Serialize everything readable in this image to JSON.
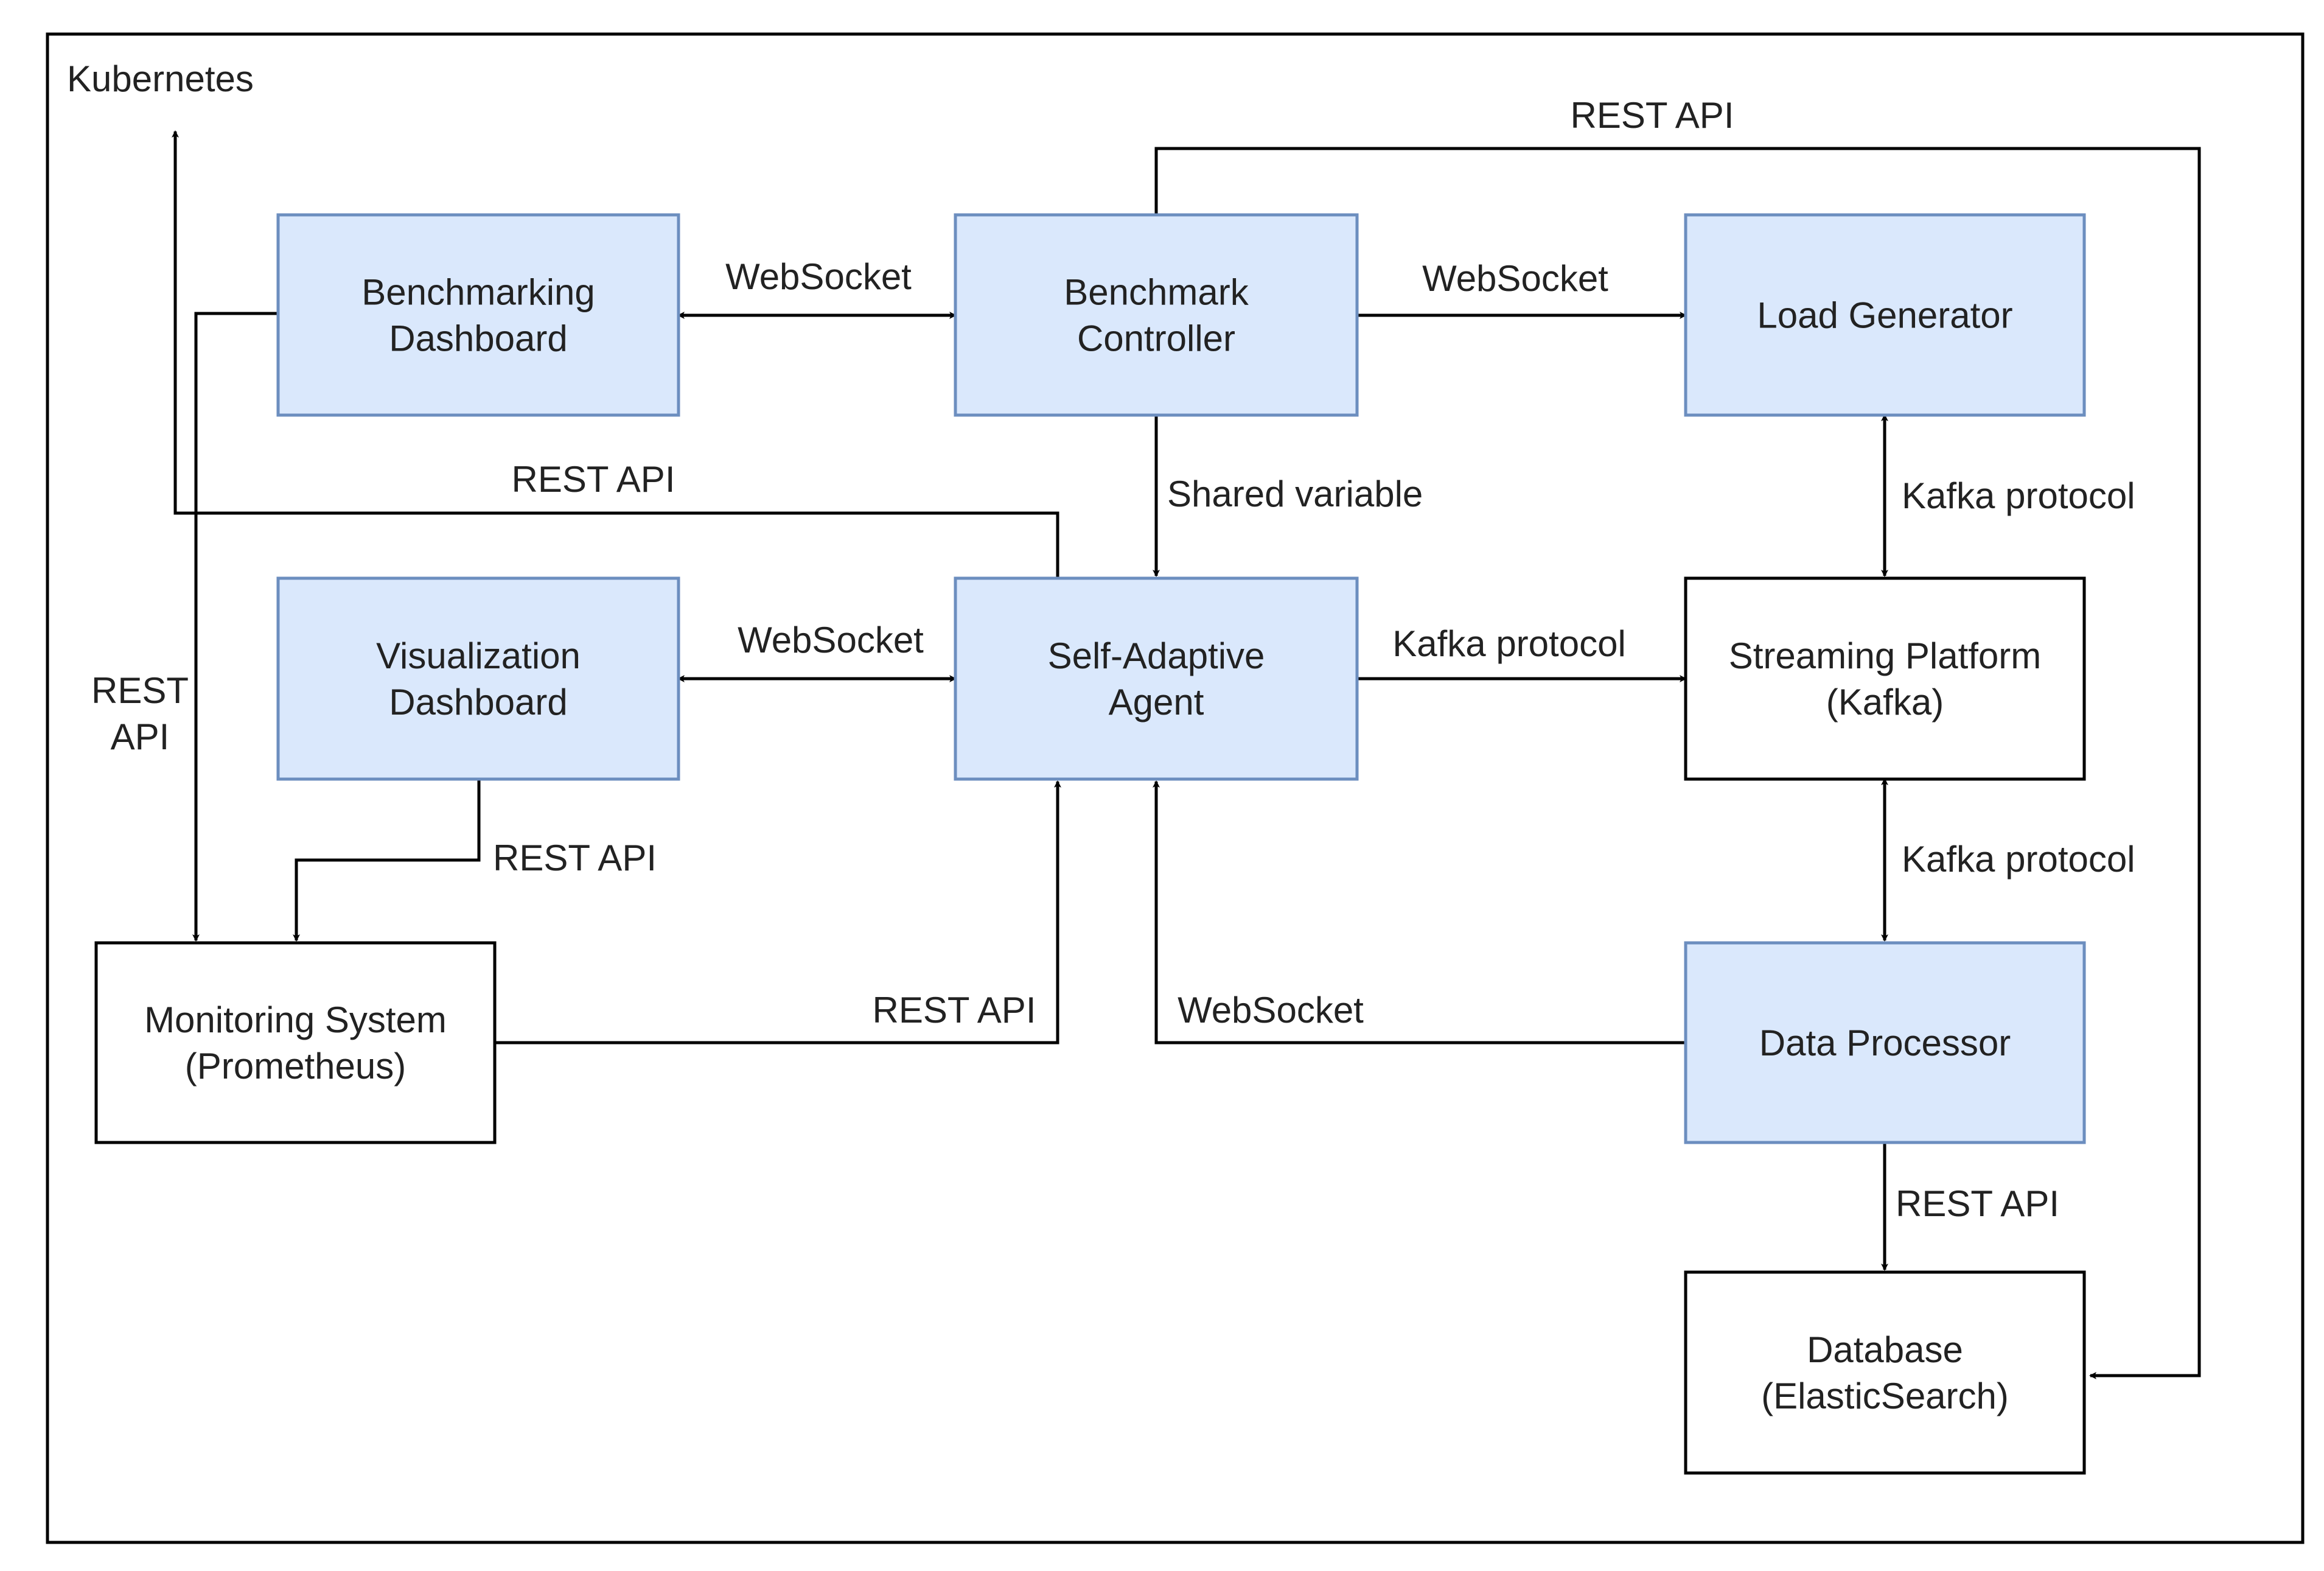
{
  "title": "",
  "colors": {
    "highlight_fill": "#dae8fc",
    "highlight_stroke": "#6c8ebf",
    "plain_fill": "#ffffff",
    "plain_stroke": "#000000",
    "line": "#000000",
    "text": "#222222"
  },
  "container": {
    "label": "Kubernetes"
  },
  "nodes": {
    "benchmarking_dashboard": {
      "lines": [
        "Benchmarking",
        "Dashboard"
      ],
      "style": "highlight"
    },
    "benchmark_controller": {
      "lines": [
        "Benchmark",
        "Controller"
      ],
      "style": "highlight"
    },
    "load_generator": {
      "lines": [
        "Load Generator"
      ],
      "style": "highlight"
    },
    "visualization_dashboard": {
      "lines": [
        "Visualization",
        "Dashboard"
      ],
      "style": "highlight"
    },
    "self_adaptive_agent": {
      "lines": [
        "Self-Adaptive",
        "Agent"
      ],
      "style": "highlight"
    },
    "streaming_platform": {
      "lines": [
        "Streaming Platform",
        "(Kafka)"
      ],
      "style": "plain"
    },
    "monitoring_system": {
      "lines": [
        "Monitoring System",
        "(Prometheus)"
      ],
      "style": "plain"
    },
    "data_processor": {
      "lines": [
        "Data Processor"
      ],
      "style": "highlight"
    },
    "database": {
      "lines": [
        "Database",
        "(ElasticSearch)"
      ],
      "style": "plain"
    }
  },
  "edges": {
    "bd_bc": {
      "lines": [
        "WebSocket"
      ]
    },
    "bc_lg": {
      "lines": [
        "WebSocket"
      ]
    },
    "bc_db": {
      "lines": [
        "REST API"
      ]
    },
    "bc_agent": {
      "lines": [
        "Shared variable"
      ]
    },
    "agent_k8s": {
      "lines": [
        "REST API"
      ]
    },
    "bd_mon": {
      "lines": [
        "REST",
        "API"
      ]
    },
    "vd_agent": {
      "lines": [
        "WebSocket"
      ]
    },
    "agent_sp": {
      "lines": [
        "Kafka protocol"
      ]
    },
    "lg_sp": {
      "lines": [
        "Kafka protocol"
      ]
    },
    "sp_dp": {
      "lines": [
        "Kafka protocol"
      ]
    },
    "vd_mon": {
      "lines": [
        "REST API"
      ]
    },
    "mon_agent": {
      "lines": [
        "REST API"
      ]
    },
    "dp_agent": {
      "lines": [
        "WebSocket"
      ]
    },
    "dp_db": {
      "lines": [
        "REST API"
      ]
    }
  }
}
